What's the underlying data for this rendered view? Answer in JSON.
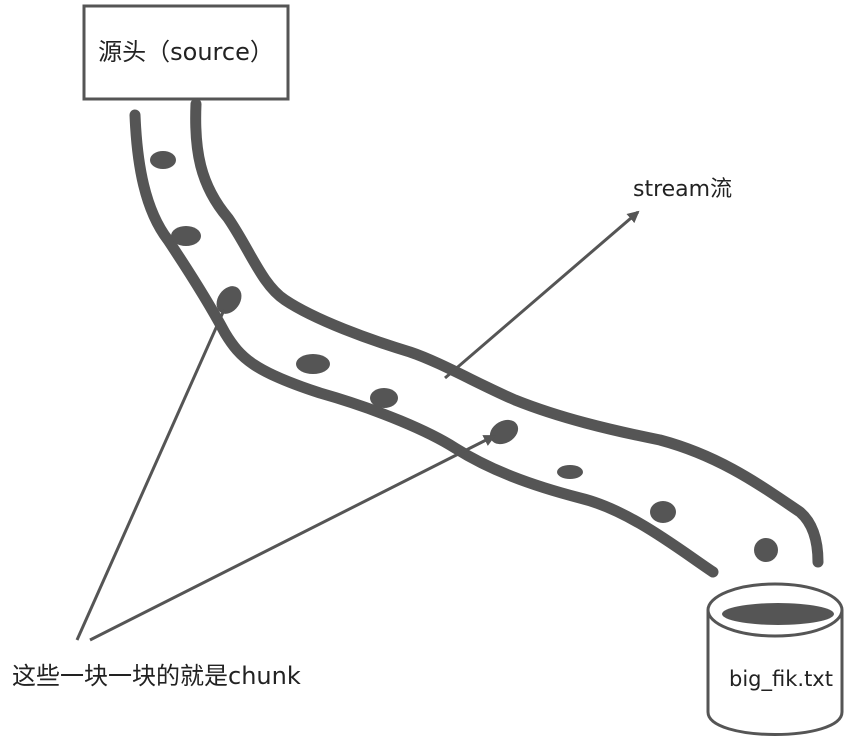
{
  "diagram": {
    "source": {
      "label": "源头（source）"
    },
    "stream": {
      "label": "stream流"
    },
    "chunks": {
      "label": "这些一块一块的就是chunk"
    },
    "file": {
      "label": "big_fik.txt"
    }
  },
  "colors": {
    "stroke": "#555555",
    "text": "#222222",
    "background": "#ffffff"
  }
}
